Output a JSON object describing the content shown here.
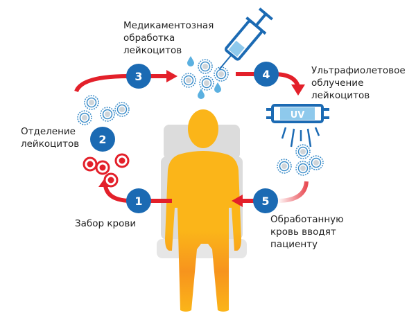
{
  "colors": {
    "blue": "#1b6ab3",
    "red": "#e3202a",
    "body": "#fbb519",
    "chair": "#dcdcdc",
    "cell": "#3a8cc9"
  },
  "steps": [
    {
      "number": "1",
      "label_lines": [
        "Забор крови"
      ]
    },
    {
      "number": "2",
      "label_lines": [
        "Отделение",
        "лейкоцитов"
      ]
    },
    {
      "number": "3",
      "label_lines": [
        "Медикаментозная",
        "обработка",
        "лейкоцитов"
      ]
    },
    {
      "number": "4",
      "label_lines": [
        "Ультрафиолетовое",
        "облучение",
        "лейкоцитов"
      ]
    },
    {
      "number": "5",
      "label_lines": [
        "Обработанную",
        "кровь вводят",
        "пациенту"
      ]
    }
  ],
  "uv_lamp": {
    "label": "UV"
  },
  "icons": [
    "syringe-icon",
    "uv-lamp-icon",
    "person-icon",
    "chair-icon",
    "cell-icon",
    "droplet-icon",
    "arrow-icon"
  ]
}
